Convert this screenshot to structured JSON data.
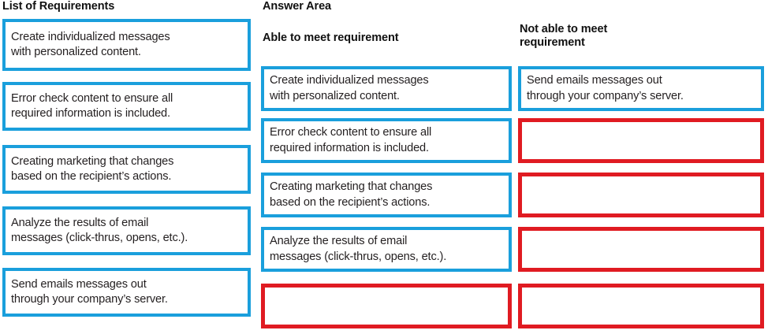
{
  "columns": {
    "list": {
      "title": "List of Requirements",
      "items": [
        {
          "text": "Create individualized messages\nwith personalized content.",
          "border": "blue"
        },
        {
          "text": "Error check content to ensure all\nrequired information is included.",
          "border": "blue"
        },
        {
          "text": "Creating marketing that changes\nbased on the recipient’s actions.",
          "border": "blue"
        },
        {
          "text": "Analyze the results of email\nmessages (click-thrus, opens, etc.).",
          "border": "blue"
        },
        {
          "text": "Send emails messages out\nthrough your company’s server.",
          "border": "blue"
        }
      ]
    },
    "answer_area": {
      "title": "Answer Area",
      "able": {
        "title": "Able to meet requirement",
        "items": [
          {
            "text": "Create individualized messages\nwith personalized content.",
            "border": "blue"
          },
          {
            "text": "Error check content to ensure all\nrequired information is included.",
            "border": "blue"
          },
          {
            "text": "Creating marketing that changes\nbased on the recipient’s actions.",
            "border": "blue"
          },
          {
            "text": "Analyze the results of email\nmessages (click-thrus, opens, etc.).",
            "border": "blue"
          },
          {
            "text": "",
            "border": "red"
          }
        ]
      },
      "not_able": {
        "title": "Not able to meet\nrequirement",
        "items": [
          {
            "text": "Send emails messages out\nthrough your company’s server.",
            "border": "blue"
          },
          {
            "text": "",
            "border": "red"
          },
          {
            "text": "",
            "border": "red"
          },
          {
            "text": "",
            "border": "red"
          },
          {
            "text": "",
            "border": "red"
          }
        ]
      }
    }
  },
  "colors": {
    "blue_border": "#1a9fdc",
    "red_border": "#e01b22",
    "text": "#231f20",
    "background": "#ffffff"
  }
}
